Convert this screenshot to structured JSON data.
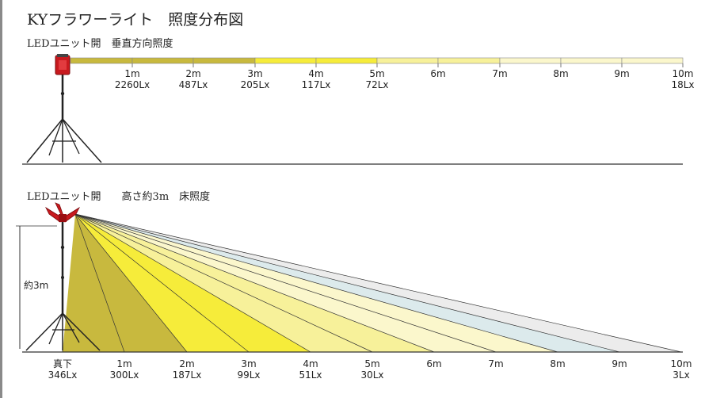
{
  "title": "KYフラワーライト　照度分布図",
  "vertical": {
    "heading": "LEDユニット開　垂直方向照度",
    "markers": [
      {
        "dist": "1m",
        "lux": "2260Lx"
      },
      {
        "dist": "2m",
        "lux": "487Lx"
      },
      {
        "dist": "3m",
        "lux": "205Lx"
      },
      {
        "dist": "4m",
        "lux": "117Lx"
      },
      {
        "dist": "5m",
        "lux": "72Lx"
      },
      {
        "dist": "6m",
        "lux": ""
      },
      {
        "dist": "7m",
        "lux": ""
      },
      {
        "dist": "8m",
        "lux": ""
      },
      {
        "dist": "9m",
        "lux": ""
      },
      {
        "dist": "10m",
        "lux": "18Lx"
      }
    ],
    "band_colors": [
      "#c8b93e",
      "#c8b93e",
      "#c8b93e",
      "#f6ec3a",
      "#f6ec3a",
      "#f7f19a",
      "#f7f19a",
      "#fbf7cc",
      "#fbf7cc",
      "#fbf7cc",
      "#dceaec",
      "#ececec"
    ]
  },
  "floor": {
    "heading": "LEDユニット開　　高さ約3m　床照度",
    "height_label": "約3m",
    "markers": [
      {
        "dist": "真下",
        "lux": "346Lx"
      },
      {
        "dist": "1m",
        "lux": "300Lx"
      },
      {
        "dist": "2m",
        "lux": "187Lx"
      },
      {
        "dist": "3m",
        "lux": "99Lx"
      },
      {
        "dist": "4m",
        "lux": "51Lx"
      },
      {
        "dist": "5m",
        "lux": "30Lx"
      },
      {
        "dist": "6m",
        "lux": ""
      },
      {
        "dist": "7m",
        "lux": ""
      },
      {
        "dist": "8m",
        "lux": ""
      },
      {
        "dist": "9m",
        "lux": ""
      },
      {
        "dist": "10m",
        "lux": "3Lx"
      }
    ],
    "wedge_colors": [
      "#c8b93e",
      "#c8b93e",
      "#f6ec3a",
      "#f6ec3a",
      "#f7f19a",
      "#f7f19a",
      "#fbf7cc",
      "#fbf7cc",
      "#dceaec",
      "#ececec"
    ]
  }
}
